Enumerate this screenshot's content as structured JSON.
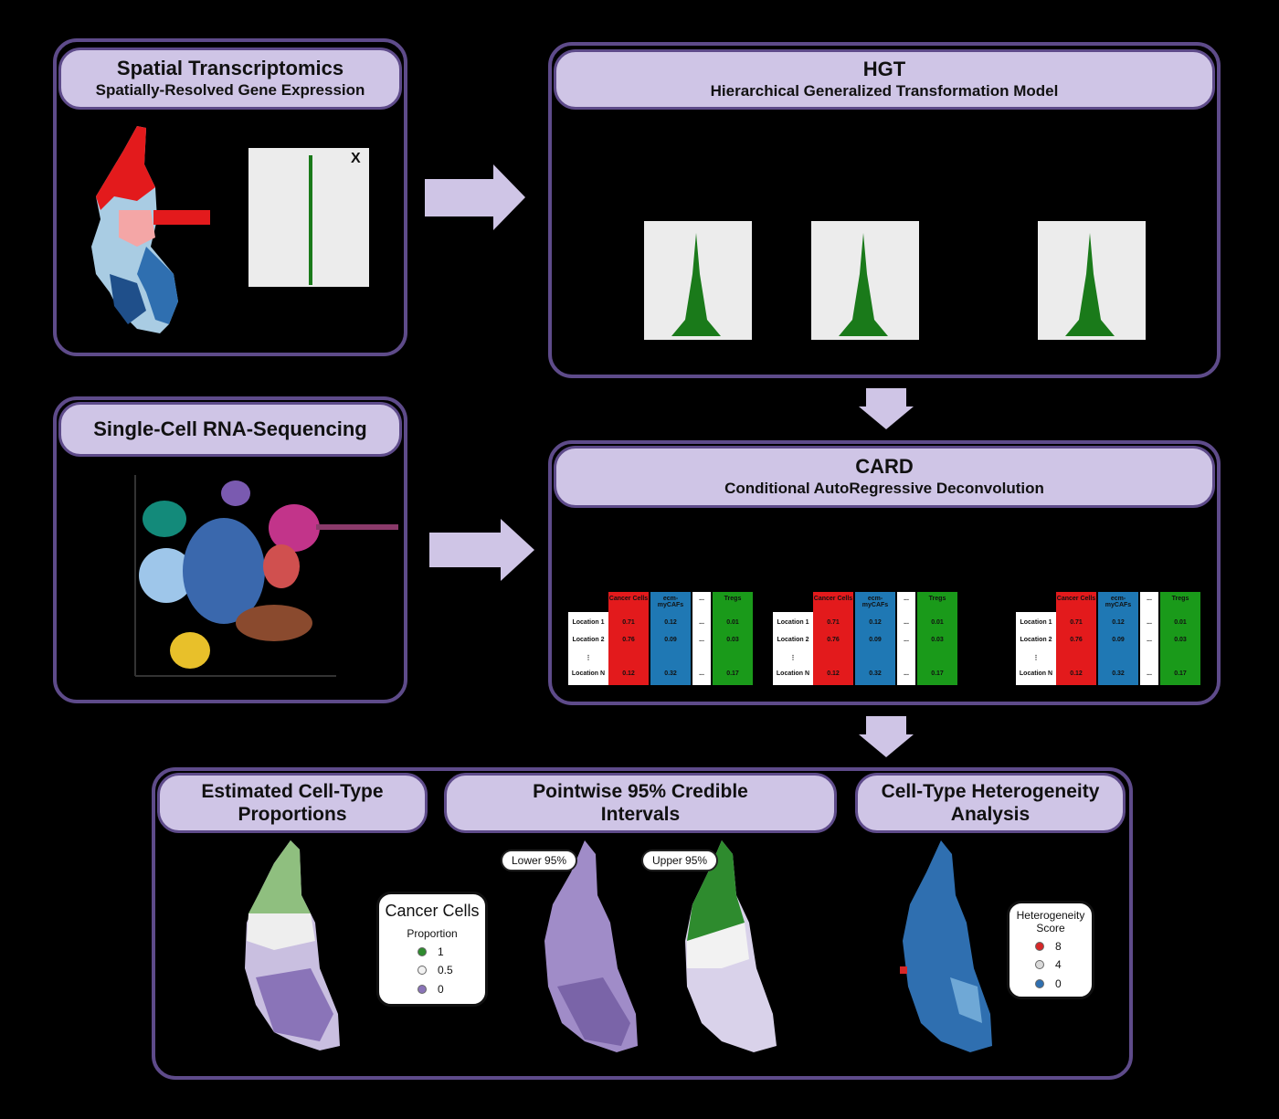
{
  "panels": {
    "spatial": {
      "title": "Spatial Transcriptomics",
      "subtitle": "Spatially-Resolved Gene Expression"
    },
    "hgt": {
      "title": "HGT",
      "subtitle": "Hierarchical Generalized Transformation Model"
    },
    "scrna": {
      "title": "Single-Cell RNA-Sequencing"
    },
    "card": {
      "title": "CARD",
      "subtitle": "Conditional AutoRegressive Deconvolution"
    },
    "estimated": {
      "title": "Estimated Cell-Type Proportions"
    },
    "pointwise": {
      "title": "Pointwise 95% Credible Intervals",
      "lower": "Lower 95%",
      "upper": "Upper 95%"
    },
    "hetero": {
      "title": "Cell-Type Heterogeneity Analysis"
    }
  },
  "card_table": {
    "columns": [
      "Cancer Cells",
      "ecm-myCAFs",
      "...",
      "Tregs"
    ],
    "rows": [
      {
        "label": "Location 1",
        "values": [
          "0.71",
          "0.12",
          "...",
          "0.01"
        ]
      },
      {
        "label": "Location 2",
        "values": [
          "0.76",
          "0.09",
          "...",
          "0.03"
        ]
      },
      {
        "label": "⋮",
        "values": [
          "",
          "",
          "",
          ""
        ]
      },
      {
        "label": "Location N",
        "values": [
          "0.12",
          "0.32",
          "...",
          "0.17"
        ]
      }
    ]
  },
  "legend_cancer": {
    "title": "Cancer Cells",
    "subtitle": "Proportion",
    "items": [
      {
        "label": "1",
        "color": "#2e8b2e"
      },
      {
        "label": "0.5",
        "color": "#f2f2f2"
      },
      {
        "label": "0",
        "color": "#8a74b8"
      }
    ]
  },
  "legend_hetero": {
    "title": "Heterogeneity Score",
    "items": [
      {
        "label": "8",
        "color": "#d62728"
      },
      {
        "label": "4",
        "color": "#d9d9d9"
      },
      {
        "label": "0",
        "color": "#2f6fb0"
      }
    ]
  },
  "colors": {
    "border": "#5e4b8a",
    "header": "#cfc5e6",
    "arrow": "#cfc5e6",
    "cancer": "#e31a1c",
    "caf": "#1f78b4",
    "tregs": "#1a9a1a"
  }
}
